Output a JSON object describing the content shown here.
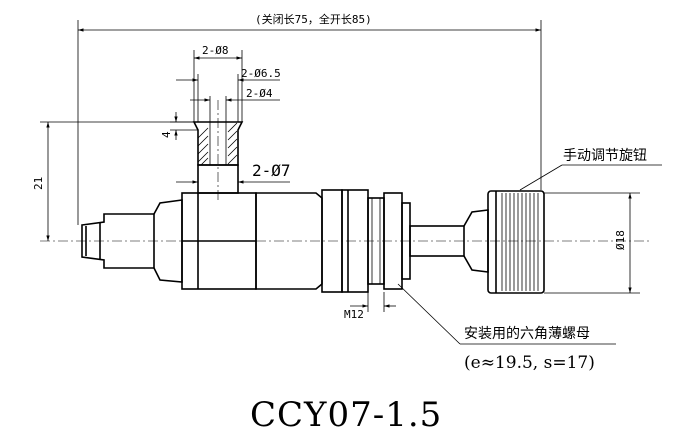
{
  "drawing": {
    "overall_length_note": "(关闭长75，全开长85)",
    "nozzle_od": "2-Ø8",
    "nozzle_mid": "2-Ø6.5",
    "nozzle_id": "2-Ø4",
    "side_port": "2-Ø7",
    "dim_4": "4",
    "dim_21": "21",
    "thread": "M12",
    "knob_dia": "Ø18",
    "knob_label": "手动调节旋钮",
    "nut_label": "安装用的六角薄螺母",
    "nut_spec": "(e≈19.5, s=17)",
    "model": "CCY07-1.5"
  }
}
